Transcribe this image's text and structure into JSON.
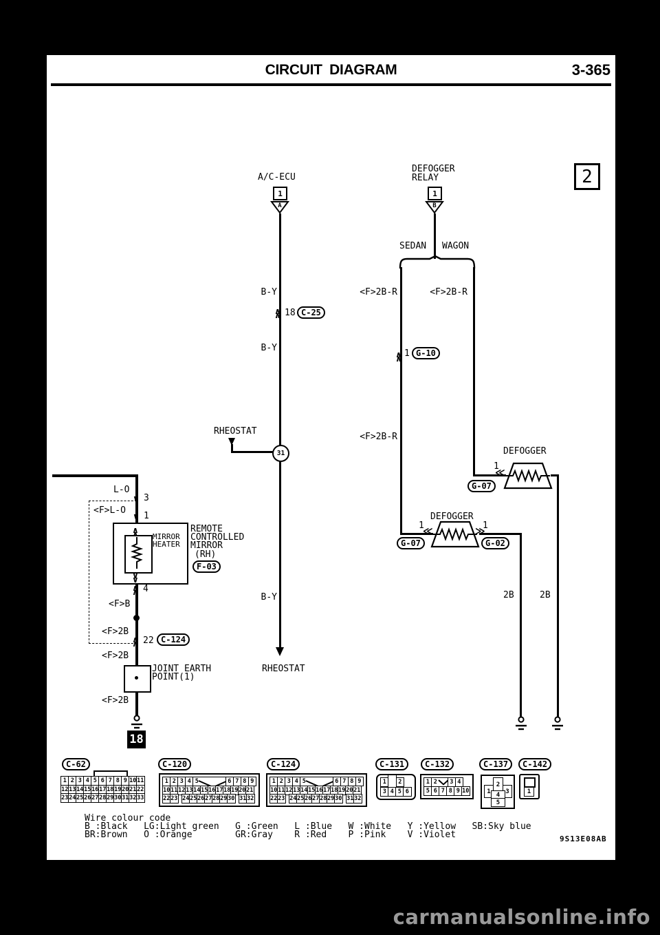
{
  "header": {
    "title": "CIRCUIT DIAGRAM",
    "page": "3-365"
  },
  "badge": "2",
  "watermark": "carmanualsonline.info",
  "doc_code": "9S13E08AB",
  "diagram": {
    "ac_ecu": "A/C-ECU",
    "ac_pin": "1",
    "ac_term": "A",
    "relay_l1": "DEFOGGER",
    "relay_l2": "RELAY",
    "relay_pin": "1",
    "relay_term": "B",
    "sedan": "SEDAN",
    "wagon": "WAGON",
    "wire_by": "B-Y",
    "wire_2br": "<F>2B-R",
    "wire_lo": "L-O",
    "wire_flo": "<F>L-O",
    "wire_fb": "<F>B",
    "wire_f2b": "<F>2B",
    "wire_2b": "2B",
    "c25_pin": "18",
    "c25": "C-25",
    "g10_pin": "1",
    "g10": "G-10",
    "rheostat": "RHEOSTAT",
    "junction": "31",
    "pin3": "3",
    "pin1": "1",
    "pin4": "4",
    "pin22": "22",
    "c124": "C-124",
    "mirror_l1": "MIRROR",
    "mirror_l2": "HEATER",
    "remote_l1": "REMOTE",
    "remote_l2": "CONTROLLED",
    "remote_l3": "MIRROR",
    "remote_l4": "(RH)",
    "f03": "F-03",
    "joint_l1": "JOINT EARTH",
    "joint_l2": "POINT(1)",
    "earth_ref": "18",
    "defogger": "DEFOGGER",
    "def_pin": "1",
    "g07": "G-07",
    "g02": "G-02"
  },
  "connectors": [
    {
      "label": "C-62",
      "type": "grid",
      "frame": "tab",
      "rows": [
        [
          "1",
          "2",
          "3",
          "4",
          "5",
          "6",
          "7",
          "8",
          "9",
          "10",
          "11"
        ],
        [
          "12",
          "13",
          "14",
          "15",
          "16",
          "17",
          "18",
          "19",
          "20",
          "21",
          "22"
        ],
        [
          "23",
          "24",
          "25",
          "26",
          "27",
          "28",
          "29",
          "30",
          "31",
          "32",
          "33"
        ]
      ]
    },
    {
      "label": "C-120",
      "type": "grid",
      "frame": "double",
      "rows": [
        [
          "1",
          "2",
          "3",
          "4",
          "5",
          "!v",
          "6",
          "7",
          "8",
          "9"
        ],
        [
          "10",
          "11",
          "12",
          "13",
          "14",
          "15",
          "16",
          "17",
          "18",
          "19",
          "20",
          "21"
        ],
        [
          "22",
          "23",
          "!g",
          "24",
          "25",
          "26",
          "27",
          "28",
          "29",
          "30",
          "!g",
          "31",
          "32"
        ]
      ]
    },
    {
      "label": "C-124",
      "type": "grid",
      "frame": "double",
      "rows": [
        [
          "1",
          "2",
          "3",
          "4",
          "5",
          "!v",
          "6",
          "7",
          "8",
          "9"
        ],
        [
          "10",
          "11",
          "12",
          "13",
          "14",
          "15",
          "16",
          "17",
          "18",
          "19",
          "20",
          "21"
        ],
        [
          "22",
          "23",
          "!g",
          "24",
          "25",
          "26",
          "27",
          "28",
          "29",
          "30",
          "!g",
          "31",
          "32"
        ]
      ]
    },
    {
      "label": "C-131",
      "type": "grid",
      "frame": "round",
      "rows": [
        [
          "1",
          "!t",
          "2"
        ],
        [
          "3",
          "4",
          "5",
          "6"
        ]
      ]
    },
    {
      "label": "C-132",
      "type": "grid",
      "frame": "double",
      "rows": [
        [
          "1",
          "2",
          "!v2",
          "3",
          "4"
        ],
        [
          "5",
          "6",
          "7",
          "8",
          "9",
          "10"
        ]
      ]
    },
    {
      "label": "C-137",
      "type": "c137",
      "pins": [
        "1",
        "2",
        "3",
        "4",
        "5"
      ]
    },
    {
      "label": "C-142",
      "type": "c142",
      "pins": [
        "1"
      ]
    }
  ],
  "color_code": {
    "title": "Wire colour code",
    "line1": "B :Black   LG:Light green   G :Green   L :Blue   W :White   Y :Yellow   SB:Sky blue",
    "line2": "BR:Brown   O :Orange        GR:Gray    R :Red    P :Pink    V :Violet"
  }
}
